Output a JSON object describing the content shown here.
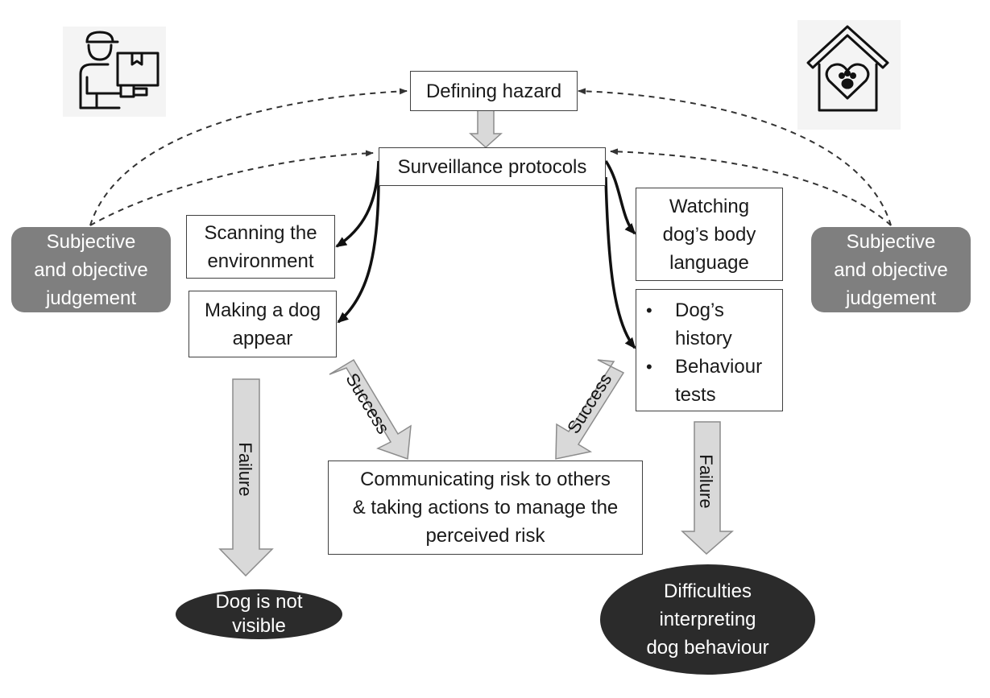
{
  "nodes": {
    "defining_hazard": "Defining hazard",
    "surveillance": "Surveillance protocols",
    "scanning": "Scanning the\nenvironment",
    "making_dog_appear": "Making a dog\nappear",
    "watching_body_language": "Watching\ndog’s body\nlanguage",
    "history_tests": [
      "Dog’s\nhistory",
      "Behaviour\ntests"
    ],
    "communicating_risk": "Communicating risk to others\n& taking actions to manage the\nperceived risk",
    "dog_not_visible": "Dog is not\nvisible",
    "difficulties": "Difficulties\ninterpreting\ndog behaviour",
    "judgement_left": "Subjective\nand objective\njudgement",
    "judgement_right": "Subjective\nand objective\njudgement"
  },
  "arrow_labels": {
    "success_left": "Success",
    "success_right": "Success",
    "failure_left": "Failure",
    "failure_right": "Failure"
  },
  "icons": {
    "left": "delivery-worker-icon",
    "right": "dog-house-heart-paw-icon"
  },
  "colors": {
    "box_border": "#404040",
    "gray_box": "#7f7f7f",
    "ellipse": "#2b2b2b",
    "arrow_fill": "#d9d9d9",
    "arrow_stroke": "#8c8c8c"
  }
}
